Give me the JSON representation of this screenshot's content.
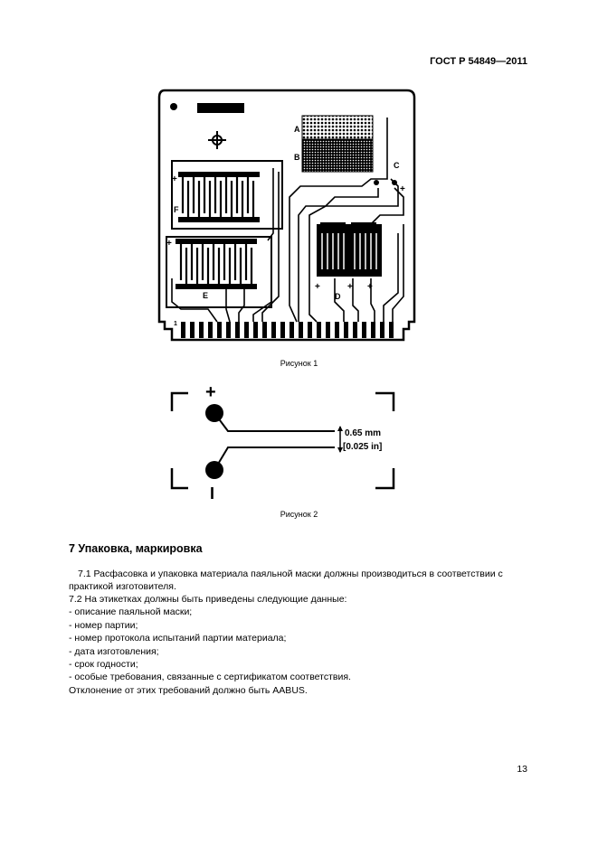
{
  "header": {
    "standard": "ГОСТ Р 54849—2011"
  },
  "figure1": {
    "caption": "Рисунок 1",
    "labels": {
      "a": "A",
      "b": "B",
      "c": "C",
      "d": "D",
      "e": "E",
      "f": "F",
      "pin1": "1",
      "plus": "+"
    }
  },
  "figure2": {
    "caption": "Рисунок 2",
    "plus": "+",
    "minus": "I",
    "dim_mm": "0.65 mm",
    "dim_in": "[0.025 in]"
  },
  "section": {
    "title": "7 Упаковка, маркировка"
  },
  "body": {
    "p71": "7.1 Расфасовка и упаковка материала паяльной маски должны производиться в соответствии с практикой изготовителя.",
    "p72": "7.2 На этикетках должны быть приведены следующие данные:",
    "items": [
      "- описание паяльной маски;",
      "- номер партии;",
      "- номер протокола испытаний партии материала;",
      "- дата изготовления;",
      "- срок годности;",
      "- особые требования, связанные с сертификатом соответствия."
    ],
    "closing": "Отклонение от этих требований должно быть AABUS."
  },
  "page": {
    "number": "13"
  }
}
